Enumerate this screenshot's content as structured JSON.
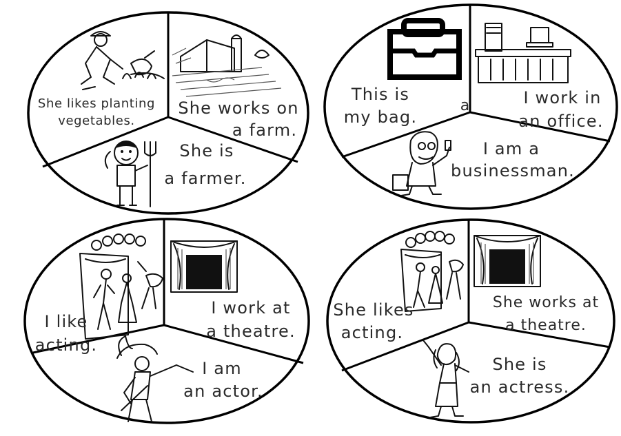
{
  "wheels": [
    {
      "segments": [
        {
          "lines": [
            "She likes planting",
            "vegetables."
          ]
        },
        {
          "lines": [
            "She works on",
            "a farm."
          ]
        },
        {
          "lines": [
            "She is",
            "a farmer."
          ]
        }
      ]
    },
    {
      "segments": [
        {
          "lines": [
            "This is",
            "my bag."
          ]
        },
        {
          "lines": [
            "I work in",
            "an office."
          ]
        },
        {
          "lines": [
            "I am a",
            "businessman."
          ]
        }
      ],
      "stray_mark": "a"
    },
    {
      "segments": [
        {
          "lines": [
            "I like",
            "acting."
          ]
        },
        {
          "lines": [
            "I work at",
            "a theatre."
          ]
        },
        {
          "lines": [
            "I am",
            "an actor."
          ]
        }
      ]
    },
    {
      "segments": [
        {
          "lines": [
            "She likes",
            "acting."
          ]
        },
        {
          "lines": [
            "She works at",
            "a theatre."
          ]
        },
        {
          "lines": [
            "She is",
            "an actress."
          ]
        }
      ]
    }
  ],
  "icons": {
    "w1": [
      "gardener-icon",
      "farm-icon",
      "farmer-girl-icon"
    ],
    "w2": [
      "briefcase-icon",
      "office-desk-icon",
      "businessman-icon"
    ],
    "w3": [
      "stage-actors-icon",
      "theatre-curtain-icon",
      "actor-icon"
    ],
    "w4": [
      "stage-actors-icon",
      "theatre-curtain-icon",
      "actress-icon"
    ]
  }
}
